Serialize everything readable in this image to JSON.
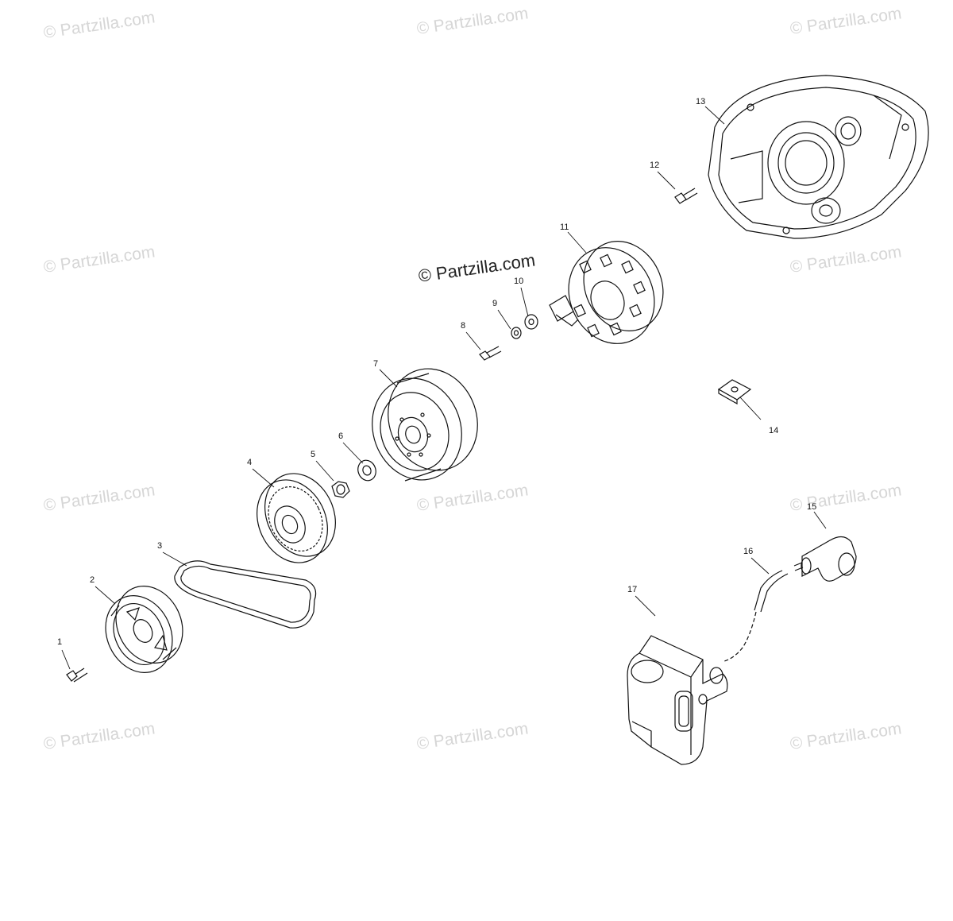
{
  "watermark": "© Partzilla.com",
  "main_watermark": "© Partzilla.com",
  "callouts": [
    "1",
    "2",
    "3",
    "4",
    "5",
    "6",
    "7",
    "8",
    "9",
    "10",
    "11",
    "12",
    "13",
    "14",
    "15",
    "16",
    "17"
  ],
  "parts": [
    "bolt",
    "starter-cup",
    "drive-belt",
    "drive-pulley",
    "nut",
    "washer",
    "flywheel",
    "screw",
    "lock-washer",
    "washer",
    "stator",
    "bolt",
    "recoil-housing",
    "clip",
    "spark-plug-cap",
    "spark-plug-wire",
    "ignition-coil"
  ]
}
